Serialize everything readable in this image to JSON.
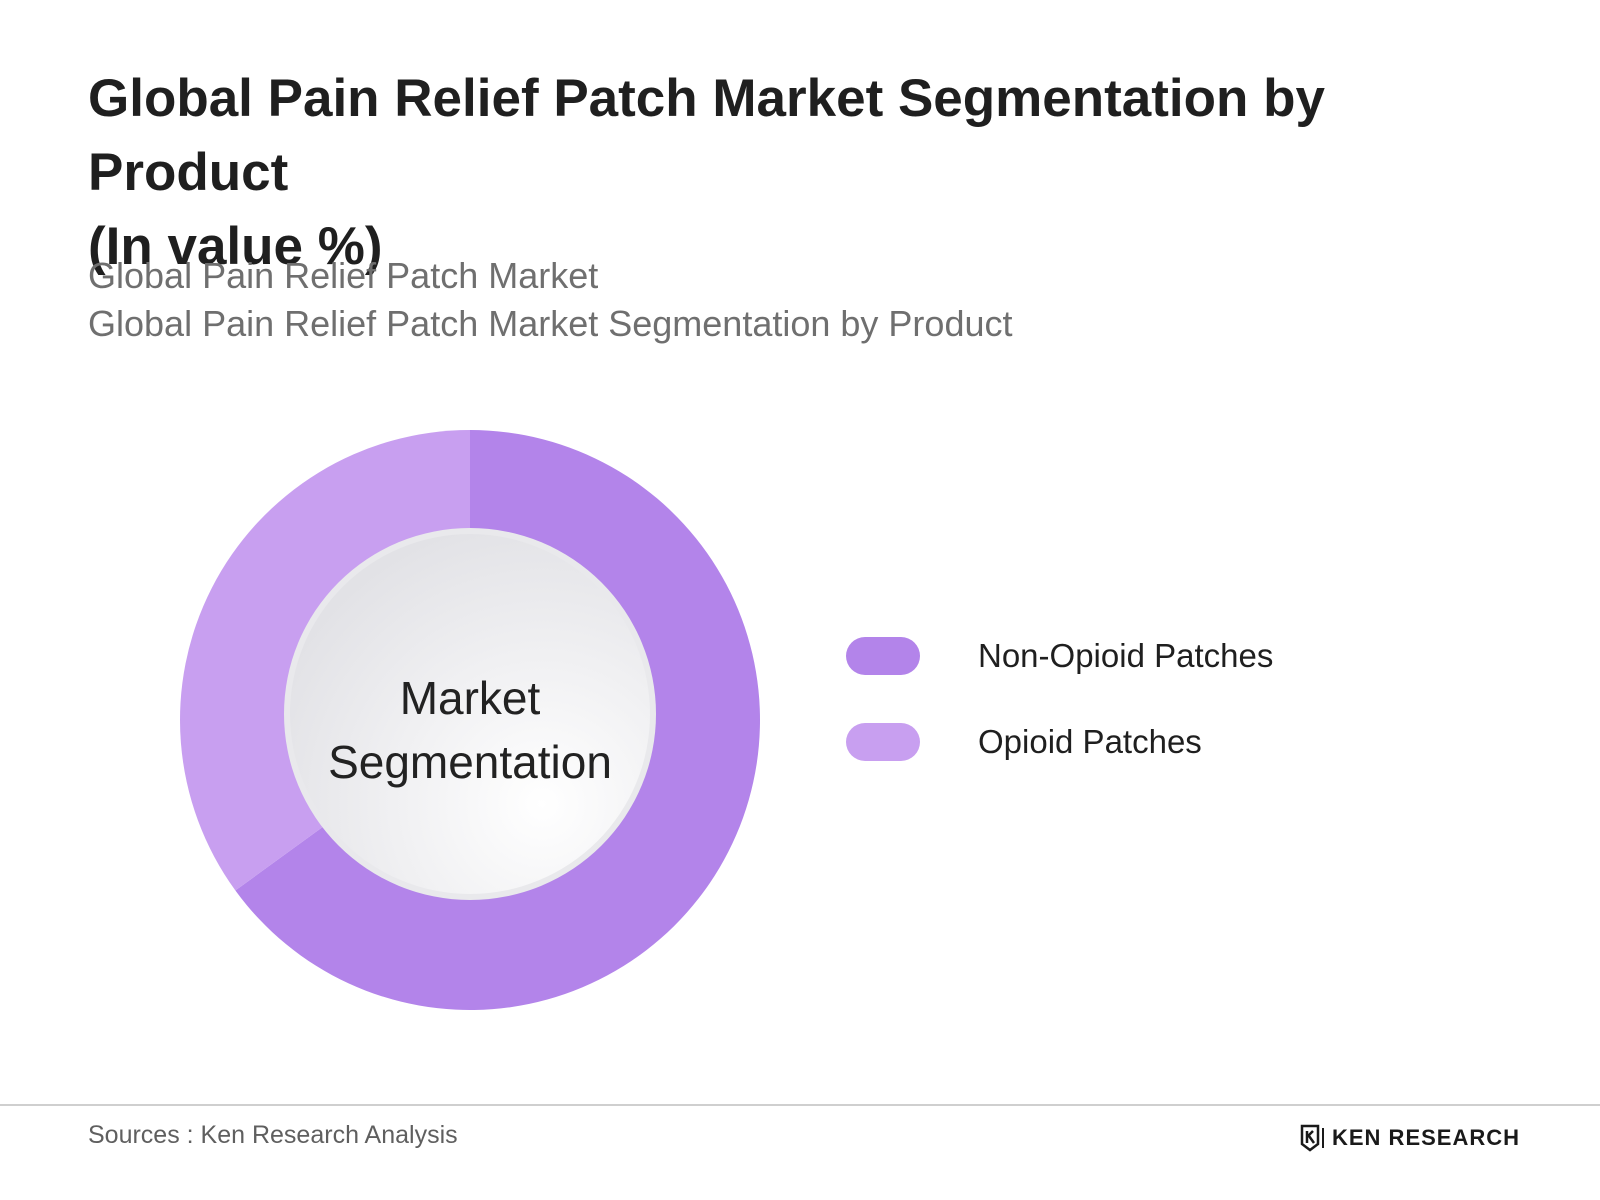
{
  "header": {
    "title_line1": "Global Pain Relief Patch Market Segmentation by Product",
    "title_line2": "(In value %)",
    "subtitle_line1": "Global Pain Relief Patch Market",
    "subtitle_line2": "Global Pain Relief Patch Market Segmentation by Product"
  },
  "chart_data": {
    "type": "pie",
    "variant": "donut",
    "center_label_line1": "Market",
    "center_label_line2": "Segmentation",
    "categories": [
      "Non-Opioid Patches",
      "Opioid Patches"
    ],
    "values": [
      65,
      35
    ],
    "unit": "%",
    "colors": [
      "#b384ea",
      "#c89ff0"
    ],
    "legend_position": "right",
    "start": "top, clockwise"
  },
  "legend": {
    "items": [
      {
        "label": "Non-Opioid Patches",
        "color": "#b384ea"
      },
      {
        "label": "Opioid Patches",
        "color": "#c89ff0"
      }
    ]
  },
  "footer": {
    "source": "Sources : Ken Research Analysis",
    "brand": "KEN RESEARCH",
    "brand_icon": "ken-research-logo-icon"
  }
}
